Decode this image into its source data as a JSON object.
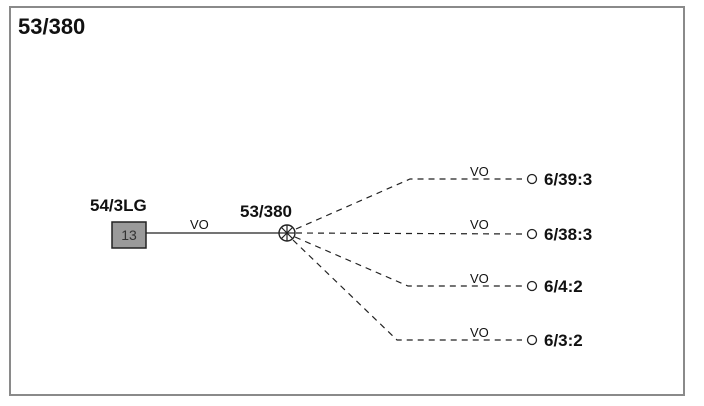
{
  "diagram": {
    "title": "53/380",
    "source": {
      "label": "54/3LG",
      "box_text": "13"
    },
    "main_link": {
      "label": "VO"
    },
    "hub": {
      "label": "53/380"
    },
    "branches": [
      {
        "link_label": "VO",
        "target": "6/39:3"
      },
      {
        "link_label": "VO",
        "target": "6/38:3"
      },
      {
        "link_label": "VO",
        "target": "6/4:2"
      },
      {
        "link_label": "VO",
        "target": "6/3:2"
      }
    ]
  },
  "colors": {
    "line": "#222222",
    "box_fill": "#9a9a9a",
    "frame": "#8a8a8a"
  }
}
